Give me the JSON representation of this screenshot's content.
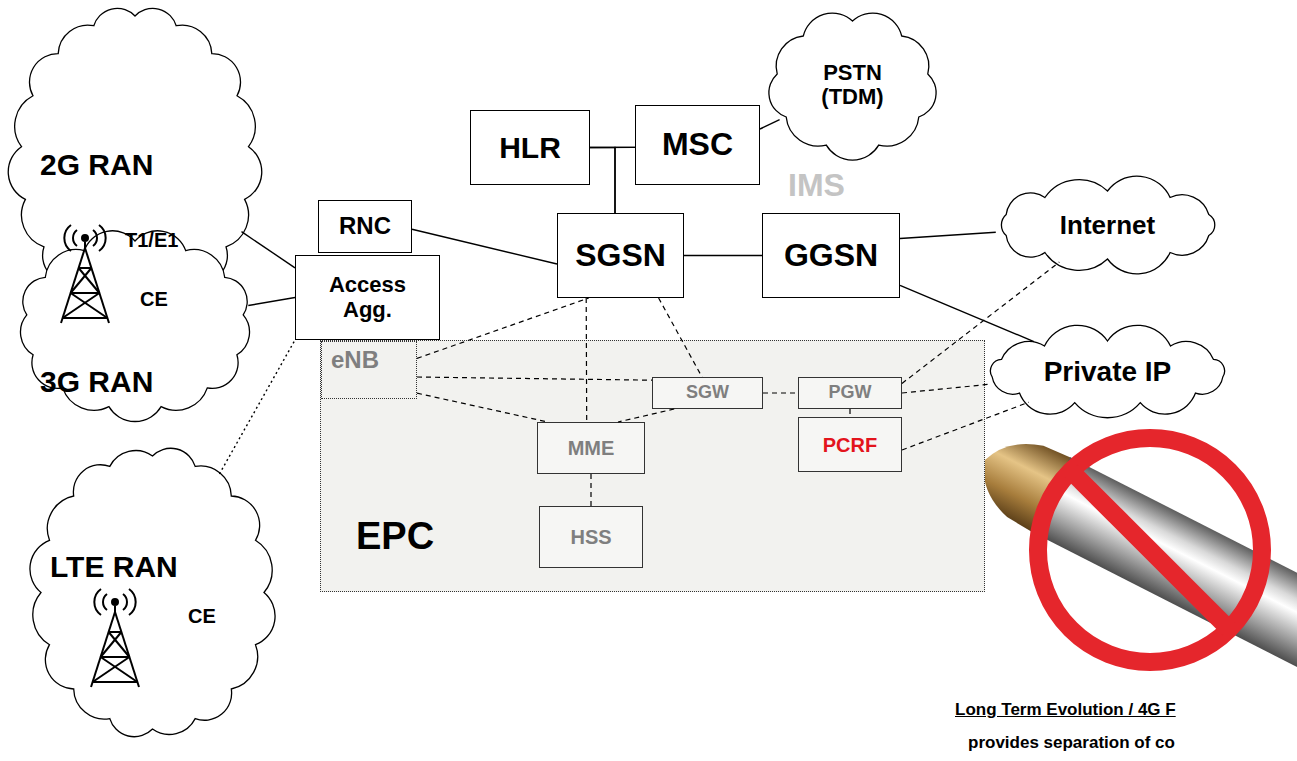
{
  "diagram": {
    "nodes": [
      {
        "text": [
          "2G RAN",
          "T1/E1"
        ]
      },
      {
        "text": [
          "PSTN (TDM)"
        ]
      },
      {
        "text": [
          "HLR"
        ]
      },
      {
        "text": [
          "MSC"
        ]
      },
      {
        "text": [
          "RNC"
        ]
      },
      {
        "text": [
          "Access Agg."
        ]
      },
      {
        "text": [
          "SGSN"
        ]
      },
      {
        "text": [
          "GGSN"
        ]
      },
      {
        "text": [
          "Internet"
        ]
      },
      {
        "text": [
          "CE",
          "3G RAN"
        ]
      },
      {
        "text": [
          "EPC"
        ]
      },
      {
        "text": [
          "eNB"
        ],
        "in": 10
      },
      {
        "text": [
          "SGW"
        ],
        "in": 10
      },
      {
        "text": [
          "PGW"
        ],
        "in": 10
      },
      {
        "text": [
          "Private IP"
        ]
      },
      {
        "text": [
          "MME"
        ],
        "in": 10
      },
      {
        "text": [
          "PCRF"
        ],
        "in": 10
      },
      {
        "text": [
          "HSS"
        ],
        "in": 10
      },
      {
        "text": [
          "LTE RAN",
          "CE"
        ]
      }
    ],
    "edges": [
      {
        "from": 0,
        "to": 5,
        "arrow": "none"
      },
      {
        "from": 9,
        "to": 5,
        "arrow": "none"
      },
      {
        "from": 18,
        "to": 5,
        "arrow": "none"
      },
      {
        "from": 2,
        "to": 3,
        "arrow": "none"
      },
      {
        "from": 6,
        "to": 2,
        "arrow": "none"
      },
      {
        "from": 6,
        "to": 3,
        "arrow": "none"
      },
      {
        "from": 3,
        "to": 1,
        "arrow": "none"
      },
      {
        "from": 4,
        "to": 6,
        "arrow": "none"
      },
      {
        "from": 6,
        "to": 7,
        "arrow": "none"
      },
      {
        "from": 7,
        "to": 8,
        "arrow": "none"
      },
      {
        "from": 7,
        "to": 14,
        "arrow": "none"
      },
      {
        "from": 11,
        "to": 6,
        "arrow": "none"
      },
      {
        "from": 6,
        "to": 15,
        "arrow": "none"
      },
      {
        "from": 6,
        "to": 12,
        "arrow": "none"
      },
      {
        "from": 11,
        "to": 12,
        "arrow": "none"
      },
      {
        "from": 11,
        "to": 15,
        "arrow": "none"
      },
      {
        "from": 12,
        "to": 13,
        "arrow": "none"
      },
      {
        "from": 12,
        "to": 15,
        "arrow": "none"
      },
      {
        "from": 15,
        "to": 17,
        "arrow": "none"
      },
      {
        "from": 13,
        "to": 16,
        "arrow": "none"
      },
      {
        "from": 13,
        "to": 8,
        "arrow": "none"
      },
      {
        "from": 13,
        "to": 14,
        "arrow": "none"
      },
      {
        "from": 16,
        "to": 14,
        "arrow": "none"
      }
    ],
    "labels": [
      "IMS",
      "Long Term Evolution / 4G F",
      "provides separation of co"
    ]
  }
}
